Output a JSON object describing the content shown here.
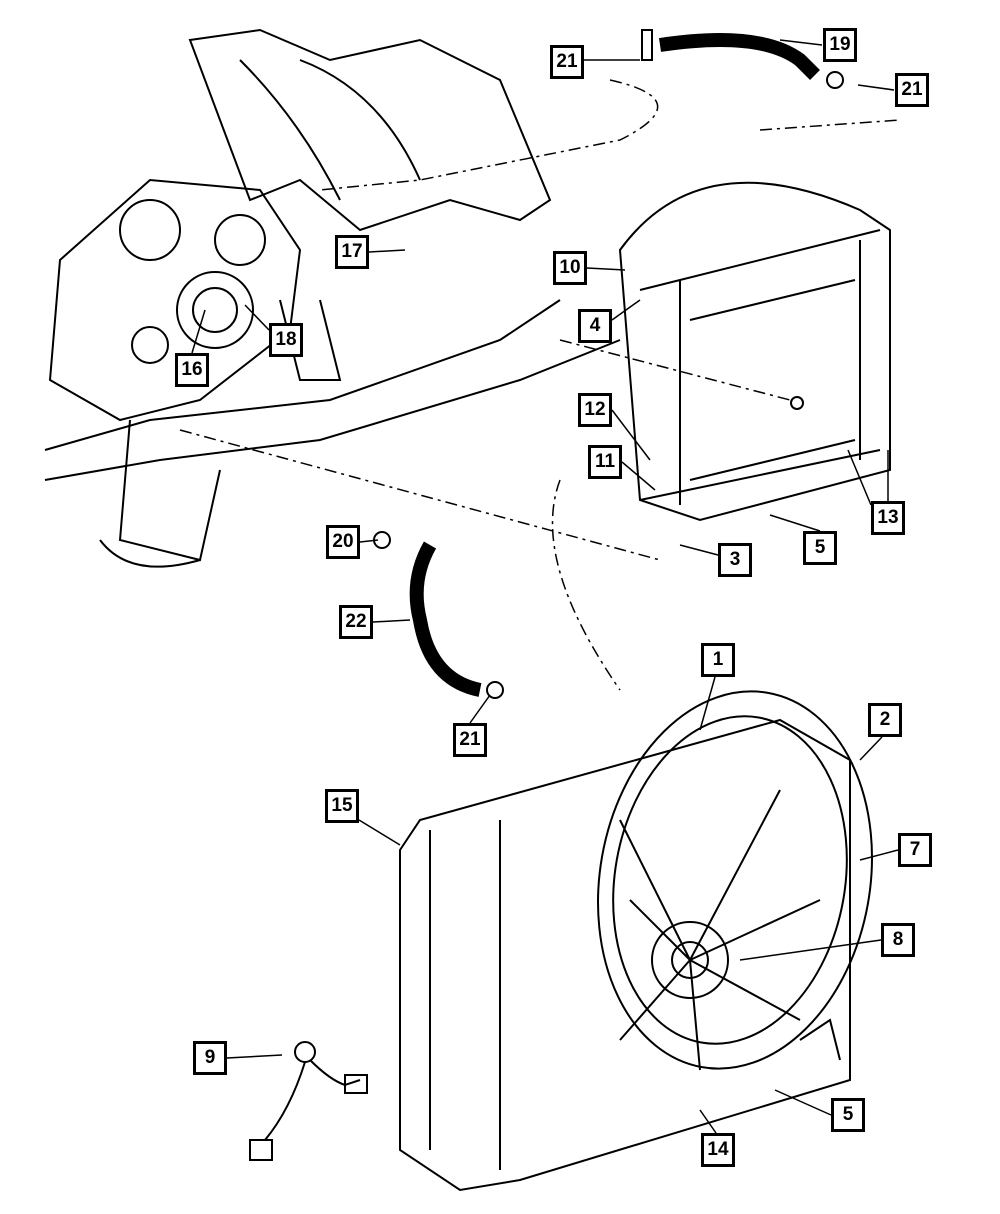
{
  "diagram": {
    "callouts": [
      "21",
      "19",
      "21",
      "17",
      "10",
      "4",
      "16",
      "18",
      "12",
      "11",
      "13",
      "5",
      "3",
      "20",
      "22",
      "21",
      "1",
      "2",
      "15",
      "7",
      "8",
      "9",
      "5",
      "14"
    ]
  }
}
